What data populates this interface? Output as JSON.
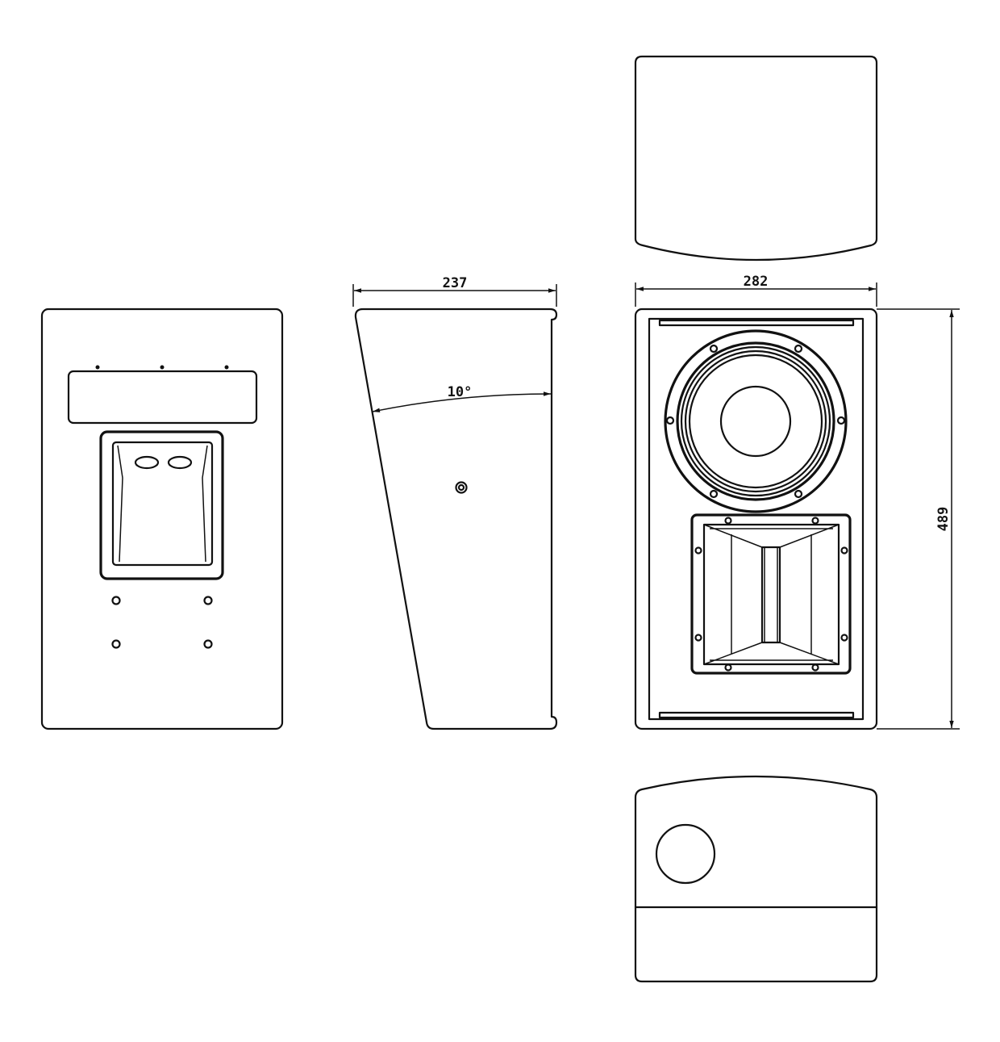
{
  "drawing": {
    "views": [
      "rear-view",
      "side-view",
      "front-view",
      "top-view",
      "bottom-view"
    ],
    "dimensions": {
      "depth": "237",
      "width": "282",
      "height": "489",
      "baffle_angle": "10°"
    },
    "line_color": "#111111",
    "background": "#ffffff"
  }
}
